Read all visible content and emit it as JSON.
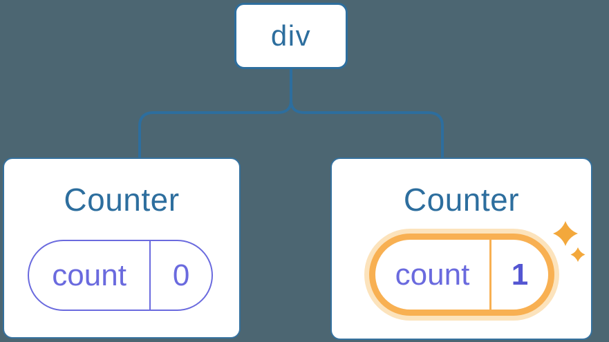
{
  "diagram": {
    "root": {
      "label": "div"
    },
    "children": [
      {
        "title": "Counter",
        "state": {
          "name": "count",
          "value": "0",
          "highlighted": false
        }
      },
      {
        "title": "Counter",
        "state": {
          "name": "count",
          "value": "1",
          "highlighted": true
        }
      }
    ]
  },
  "colors": {
    "background": "#4C6672",
    "node_blue": "#2D6E9E",
    "card_border": "#35719E",
    "card_background": "#FFFFFF",
    "state_purple": "#6A6ADE",
    "state_value_purple": "#5456D2",
    "highlight_orange": "#F8B052",
    "highlight_halo": "#FCE3BC",
    "sparkle_orange": "#F3A83C"
  }
}
